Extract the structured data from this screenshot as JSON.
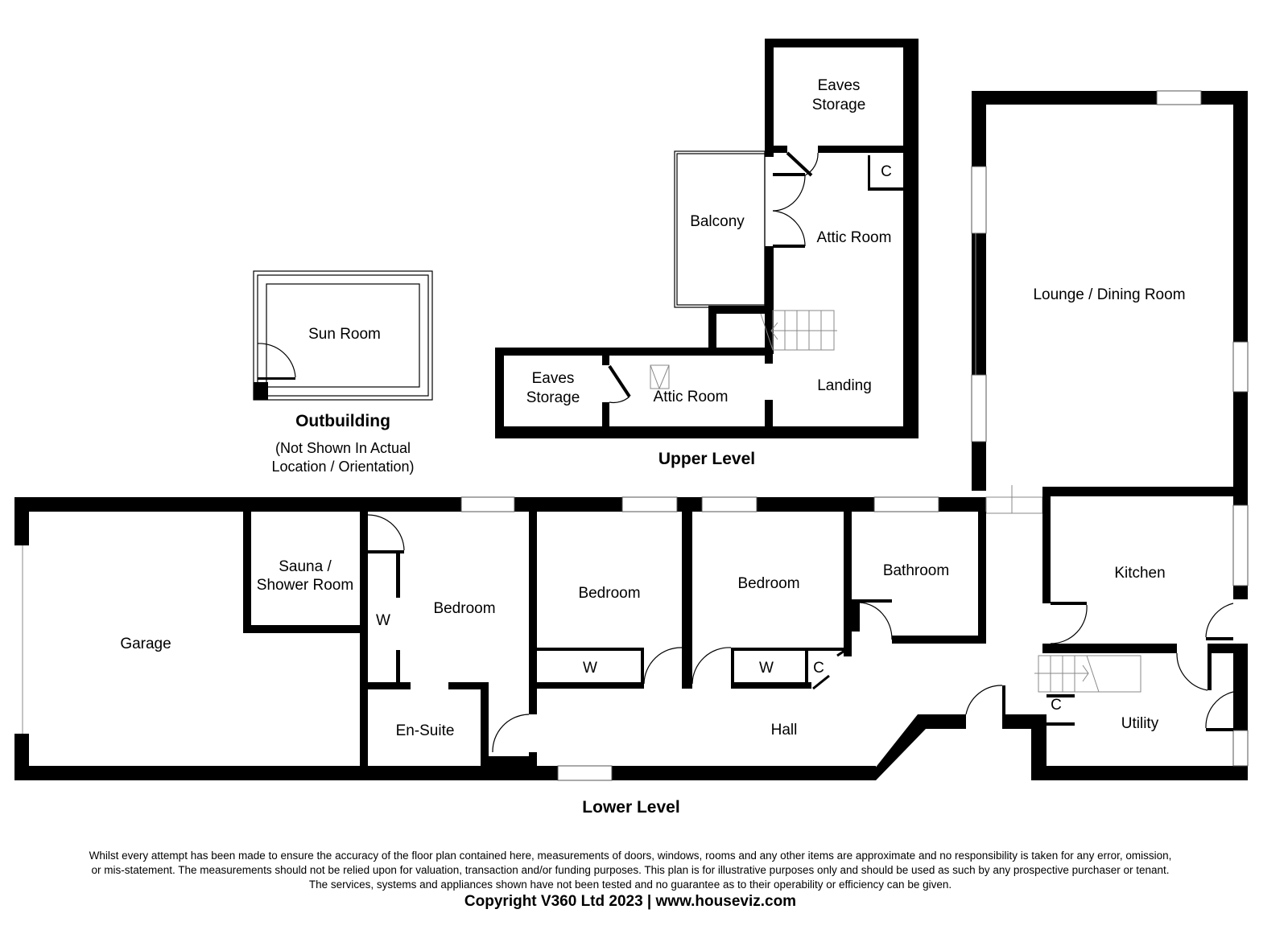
{
  "upper_level": {
    "title": "Upper Level",
    "rooms": {
      "eaves_storage_top": [
        "Eaves",
        "Storage"
      ],
      "balcony": "Balcony",
      "attic_room_top": "Attic Room",
      "cupboard": "C",
      "eaves_storage_left": [
        "Eaves",
        "Storage"
      ],
      "attic_room_bottom": "Attic Room",
      "landing": "Landing"
    }
  },
  "outbuilding": {
    "title": "Outbuilding",
    "room": "Sun Room",
    "note": [
      "(Not Shown In Actual",
      "Location / Orientation)"
    ]
  },
  "lower_level": {
    "title": "Lower Level",
    "rooms": {
      "lounge": "Lounge / Dining Room",
      "garage": "Garage",
      "sauna": [
        "Sauna /",
        "Shower Room"
      ],
      "bedroom1": "Bedroom",
      "wardrobe1": "W",
      "ensuite": "En-Suite",
      "bedroom2": "Bedroom",
      "wardrobe2": "W",
      "bedroom3": "Bedroom",
      "wardrobe3": "W",
      "cupboard1": "C",
      "bathroom": "Bathroom",
      "hall": "Hall",
      "kitchen": "Kitchen",
      "cupboard2": "C",
      "utility": "Utility"
    }
  },
  "footer": {
    "disclaimer": [
      "Whilst every attempt has been made to ensure the accuracy of the floor plan contained here, measurements of doors, windows, rooms and any other items are approximate and no responsibility is taken for any error, omission,",
      "or mis-statement. The measurements should not be relied upon for valuation, transaction and/or funding purposes. This plan is for illustrative purposes only and should be used as such by any prospective purchaser or tenant.",
      "The services, systems and appliances shown have not been tested and no guarantee as to their operability or efficiency can be given."
    ],
    "copyright": "Copyright V360 Ltd 2023 | www.houseviz.com"
  }
}
